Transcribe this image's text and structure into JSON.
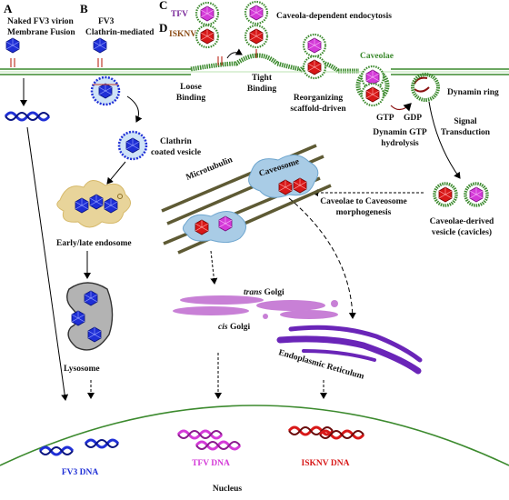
{
  "panels": {
    "a": "A",
    "b": "B",
    "c": "C",
    "d": "D"
  },
  "panel_a": {
    "title_line1": "Naked FV3 virion",
    "title_line2": "Membrane Fusion"
  },
  "panel_b": {
    "title_line1": "FV3",
    "title_line2": "Clathrin-mediated",
    "clathrin_vesicle_line1": "Clathrin",
    "clathrin_vesicle_line2": "coated vesicle",
    "endosome": "Early/late endosome",
    "lysosome": "Lysosome"
  },
  "panel_cd": {
    "tfv_legend": "TFV",
    "isknv_legend": "ISKNV",
    "caveola_endocytosis": "Caveola-dependent endocytosis",
    "caveolae": "Caveolae",
    "loose_binding_line1": "Loose",
    "loose_binding_line2": "Binding",
    "tight_binding_line1": "Tight",
    "tight_binding_line2": "Binding",
    "reorganizing_line1": "Reorganizing",
    "reorganizing_line2": "scaffold-driven",
    "dynamin_ring": "Dynamin ring",
    "gtp": "GTP",
    "gdp": "GDP",
    "dynamin_hydrolysis_line1": "Dynamin GTP",
    "dynamin_hydrolysis_line2": "hydrolysis",
    "signal_line1": "Signal",
    "signal_line2": "Transduction",
    "cavicles_line1": "Caveolae-derived",
    "cavicles_line2": "vesicle (cavicles)",
    "morphogenesis_line1": "Caveolae to Caveosome",
    "morphogenesis_line2": "morphogenesis",
    "microtubulin": "Microtubulin",
    "caveosome": "Caveosome",
    "trans_golgi_italic": "trans",
    "golgi_word": "Golgi",
    "cis_golgi_italic": "cis",
    "er": "Endoplasmic Reticulum"
  },
  "nucleus": {
    "label": "Nucleus",
    "fv3_dna": "FV3 DNA",
    "tfv_dna": "TFV DNA",
    "isknv_dna": "ISKNV DNA"
  },
  "colors": {
    "fv3": "#1f2fd6",
    "tfv": "#d43ad8",
    "isknv": "#d81818",
    "caveolae_green": "#3c8a2e",
    "microtubule": "#5e5a34",
    "endosome": "#e8d49a",
    "lysosome": "#b3b3b3",
    "golgi": "#c880d6",
    "er": "#6a25b8",
    "caveosome": "#a9cce6"
  }
}
